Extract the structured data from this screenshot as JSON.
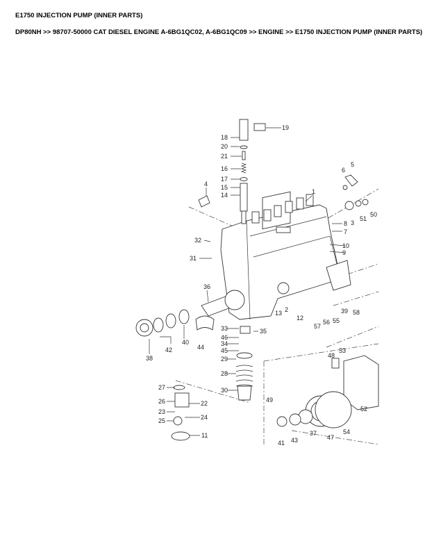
{
  "page": {
    "title": "E1750 INJECTION PUMP (INNER PARTS)",
    "breadcrumb": "DP80NH >> 98707-50000 CAT DIESEL ENGINE A-6BG1QC02, A-6BG1QC09 >> ENGINE >> E1750 INJECTION PUMP (INNER PARTS)"
  },
  "diagram": {
    "callouts": {
      "c1": "1",
      "c2": "2",
      "c3": "3",
      "c4": "4",
      "c5": "5",
      "c6": "6",
      "c7": "7",
      "c8": "8",
      "c9": "9",
      "c10": "10",
      "c11": "11",
      "c12": "12",
      "c13": "13",
      "c14": "14",
      "c15": "15",
      "c16": "16",
      "c17": "17",
      "c18": "18",
      "c19": "19",
      "c20": "20",
      "c21": "21",
      "c22": "22",
      "c23": "23",
      "c24": "24",
      "c25": "25",
      "c26": "26",
      "c27": "27",
      "c28": "28",
      "c29": "29",
      "c30": "30",
      "c31": "31",
      "c32": "32",
      "c33": "33",
      "c34": "34",
      "c35": "35",
      "c36": "36",
      "c37": "37",
      "c38": "38",
      "c39": "39",
      "c40": "40",
      "c41": "41",
      "c42": "42",
      "c43": "43",
      "c44": "44",
      "c45": "45",
      "c46": "46",
      "c47": "47",
      "c48": "48",
      "c49": "49",
      "c50": "50",
      "c51": "51",
      "c52": "52",
      "c53": "53",
      "c54": "54",
      "c55": "55",
      "c56": "56",
      "c57": "57",
      "c58": "58"
    }
  }
}
